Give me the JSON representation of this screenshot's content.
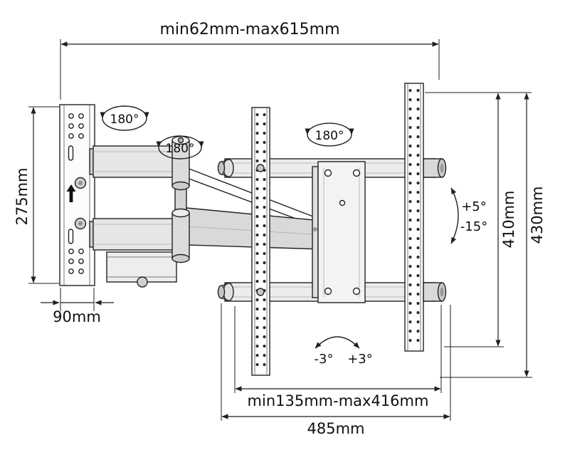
{
  "colors": {
    "line": "#1f1f1f",
    "background": "#ffffff",
    "fill_light": "#ececec",
    "fill_mid": "#cfcfcf"
  },
  "labels": {
    "top_span": "min62mm-max615mm",
    "plate_height": "275mm",
    "plate_width": "90mm",
    "holes_height": "410mm",
    "bracket_height": "430mm",
    "rail_span": "min135mm-max416mm",
    "bottom_width": "485mm"
  },
  "angles": {
    "swivel": [
      "180°",
      "180°",
      "180°"
    ],
    "tilt_up": "+5°",
    "tilt_down": "-15°",
    "rotate_minus": "-3°",
    "rotate_plus": "+3°"
  }
}
